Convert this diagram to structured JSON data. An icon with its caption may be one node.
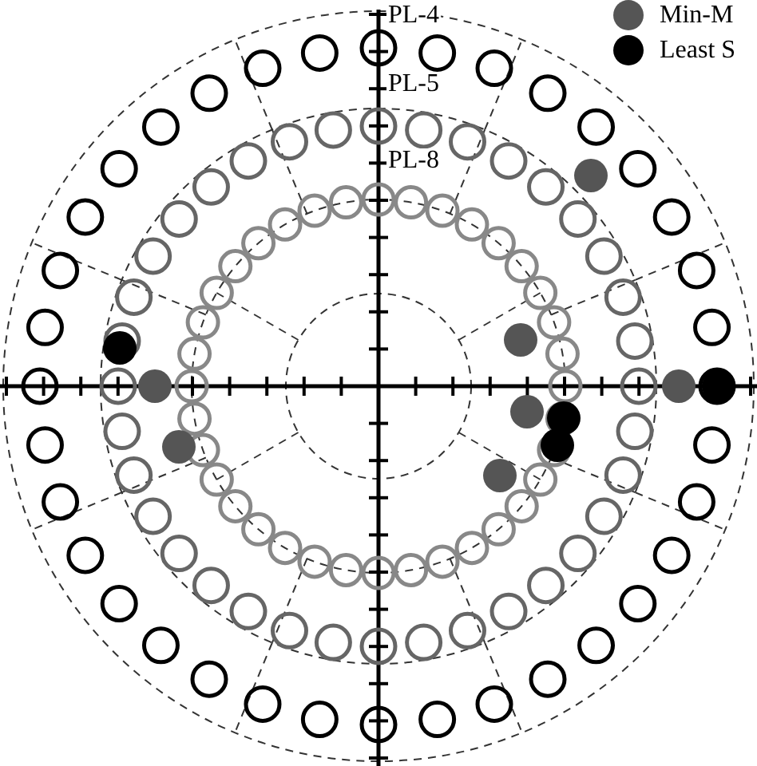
{
  "diagram": {
    "labels": [
      "PL-4",
      "PL-5",
      "PL-8"
    ],
    "legend": [
      {
        "text": "Min-M",
        "color": "#555555"
      },
      {
        "text": "Least S",
        "color": "#000000"
      }
    ]
  }
}
